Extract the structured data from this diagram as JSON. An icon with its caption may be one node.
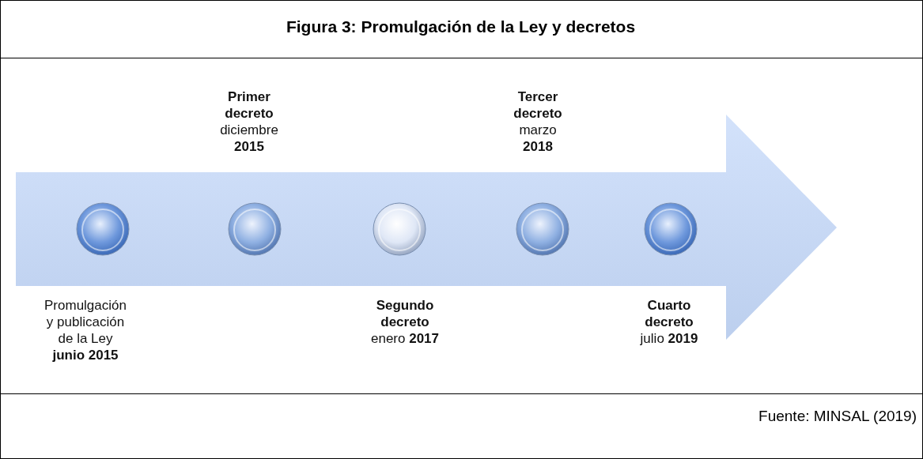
{
  "diagram": {
    "title": "Figura 3: Promulgación de la Ley y decretos",
    "caption": "Fuente: MINSAL (2019)",
    "nodes": [
      {
        "text": [],
        "shape": "circle",
        "beside": [
          "Promulgación y publicación de la Ley **junio 2015**"
        ]
      },
      {
        "text": [],
        "shape": "circle",
        "beside": [
          "**Primer decreto** diciembre **2015**"
        ]
      },
      {
        "text": [],
        "shape": "circle",
        "beside": [
          "**Segundo decreto** enero **2017**"
        ]
      },
      {
        "text": [],
        "shape": "circle",
        "beside": [
          "**Tercer decreto** marzo **2018**"
        ]
      },
      {
        "text": [],
        "shape": "circle",
        "beside": [
          "**Cuarto decreto** julio **2019**"
        ]
      }
    ]
  }
}
